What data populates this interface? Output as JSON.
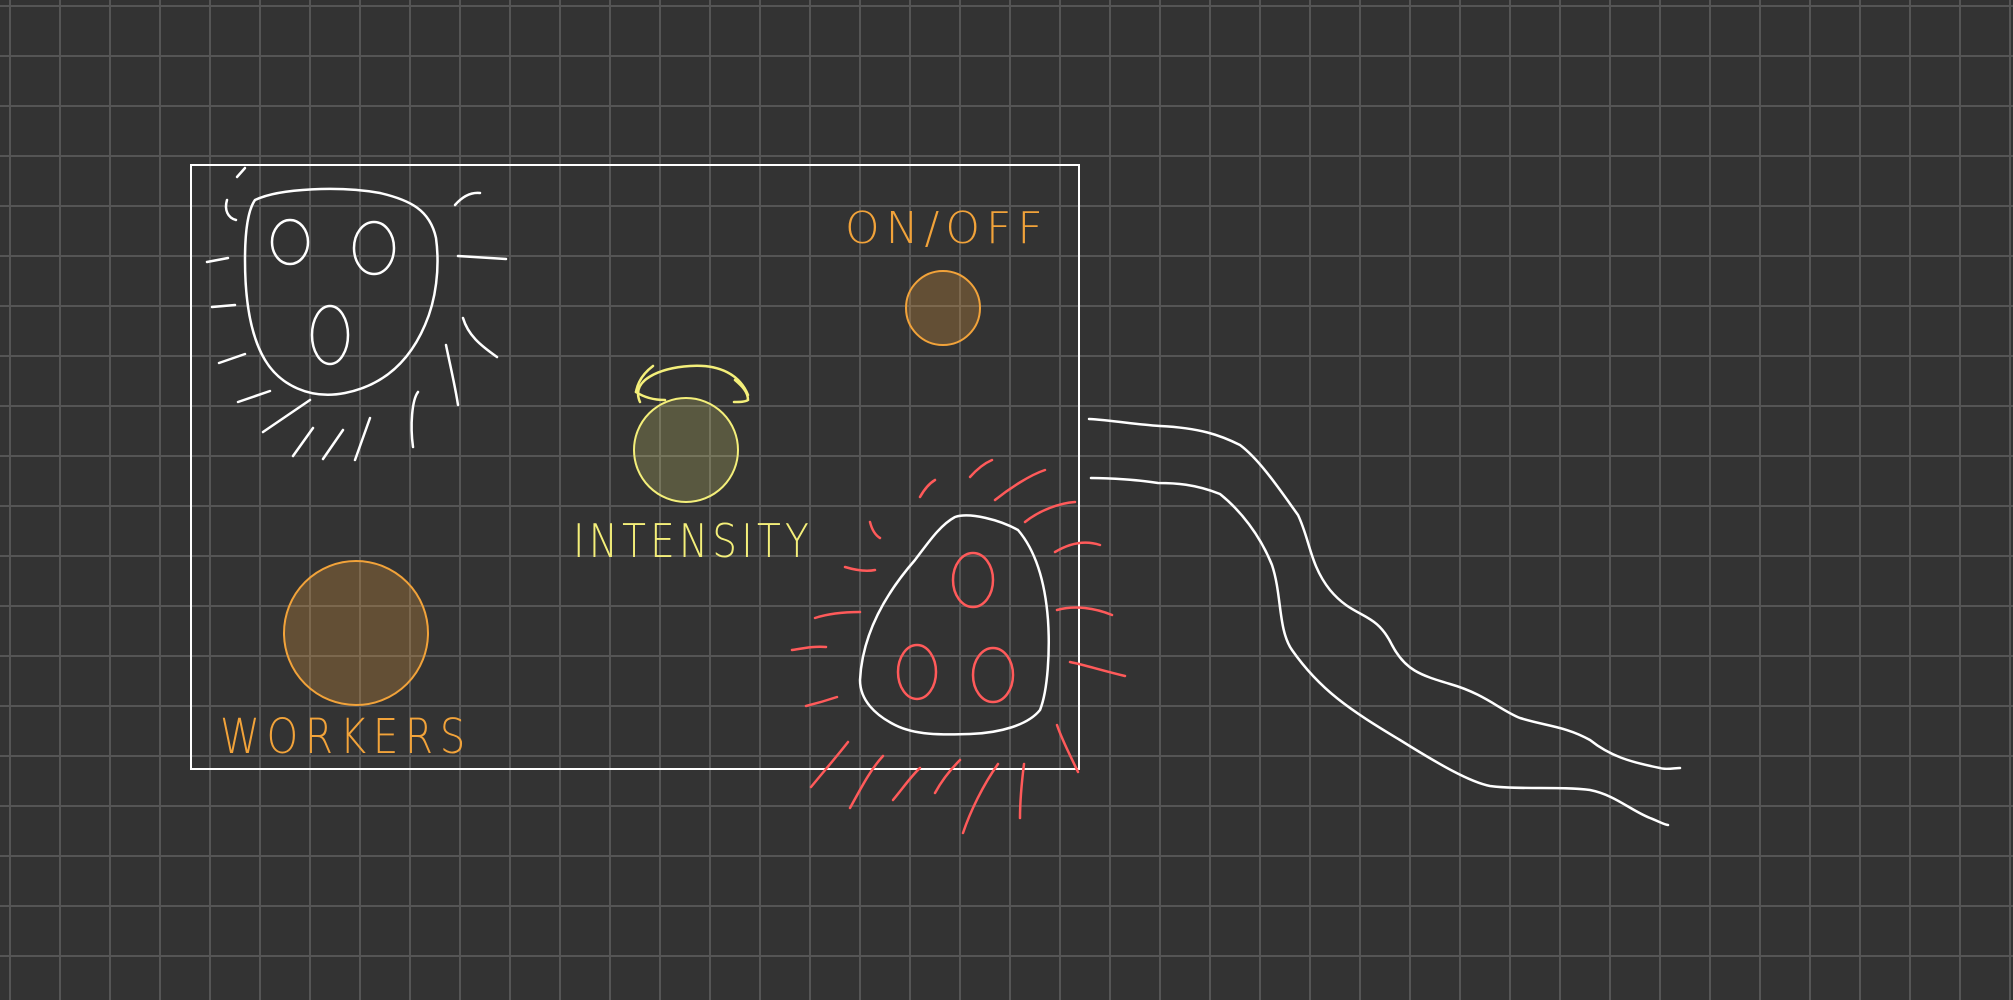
{
  "labels": {
    "on_off": "ON/OFF",
    "intensity": "INTENSITY",
    "workers": "WORKERS"
  },
  "colors": {
    "background": "#333333",
    "grid": "#555555",
    "outline": "#ffffff",
    "orange": "#f2a33a",
    "yellow": "#f4ef7a",
    "red": "#ff5a5a"
  }
}
